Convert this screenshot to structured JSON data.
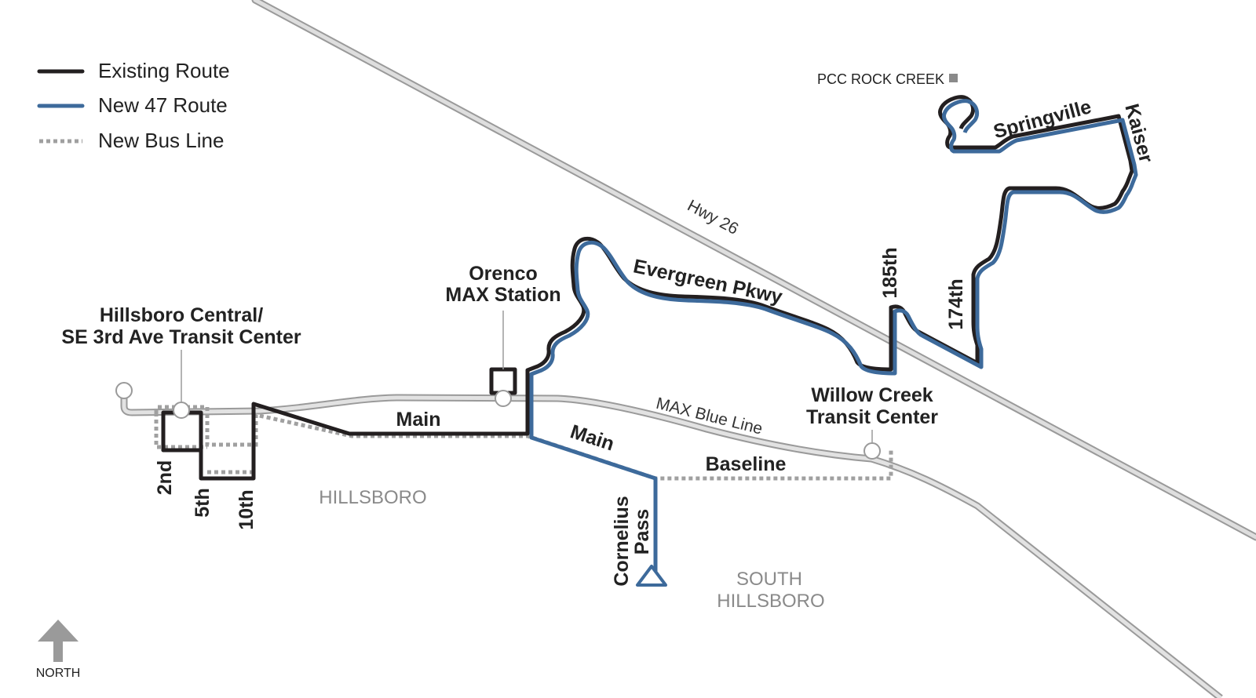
{
  "legend": {
    "existing": "Existing Route",
    "new_route": "New 47 Route",
    "new_bus": "New Bus Line"
  },
  "colors": {
    "existing": "#231f20",
    "new_route": "#3d6a9b",
    "rail": "#cfcfcf",
    "dotted": "#a0a0a0"
  },
  "stations": {
    "hillsboro_line1": "Hillsboro Central/",
    "hillsboro_line2": "SE 3rd Ave Transit Center",
    "orenco_line1": "Orenco",
    "orenco_line2": "MAX Station",
    "willow_line1": "Willow Creek",
    "willow_line2": "Transit Center",
    "pcc": "PCC ROCK CREEK"
  },
  "streets": {
    "main_west": "Main",
    "main_east": "Main",
    "baseline": "Baseline",
    "cornelius_line1": "Cornelius",
    "cornelius_line2": "Pass",
    "evergreen": "Evergreen Pkwy",
    "s185": "185th",
    "s174": "174th",
    "springville": "Springville",
    "kaiser": "Kaiser",
    "second": "2nd",
    "fifth": "5th",
    "tenth": "10th"
  },
  "lines": {
    "hwy": "Hwy 26",
    "max": "MAX Blue Line"
  },
  "areas": {
    "hillsboro": "HILLSBORO",
    "south_line1": "SOUTH",
    "south_line2": "HILLSBORO"
  },
  "north": {
    "label": "NORTH",
    "icon": "north-arrow-icon"
  }
}
